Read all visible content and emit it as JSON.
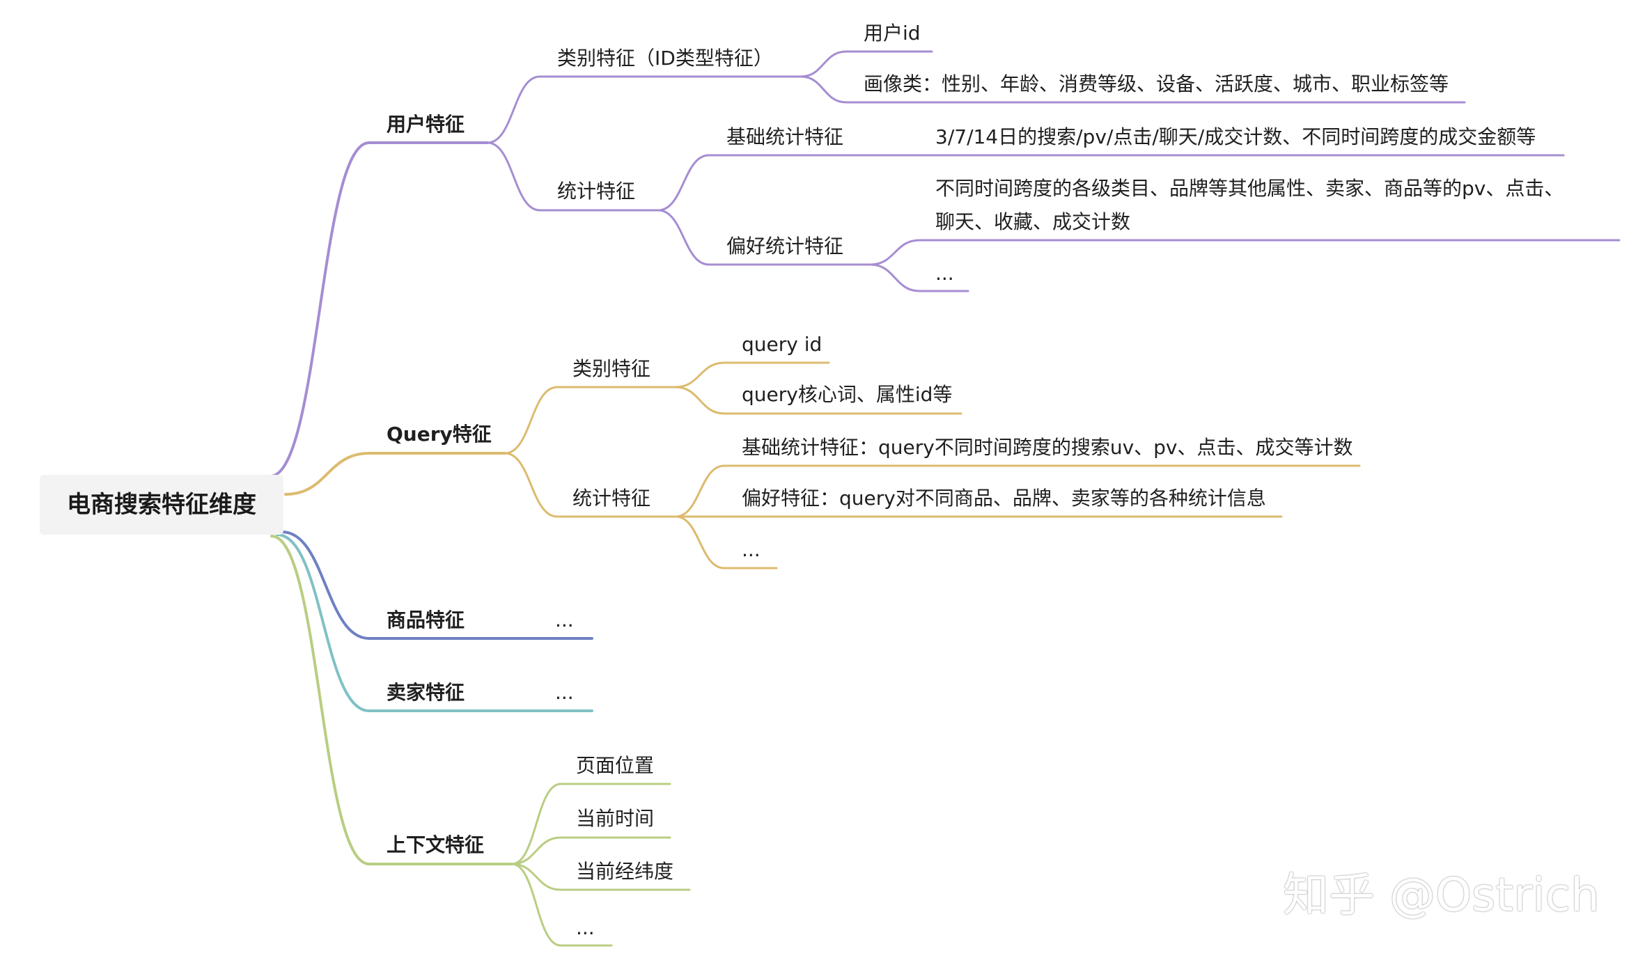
{
  "colors": {
    "user": "#a58dd2",
    "query": "#dcbb6e",
    "product": "#6e80c3",
    "seller": "#80c1c5",
    "context": "#b9cd82"
  },
  "mindmap": {
    "root": "电商搜索特征维度",
    "user": {
      "label": "用户特征",
      "category": {
        "label": "类别特征（ID类型特征）",
        "id": "用户id",
        "profile": "画像类：性别、年龄、消费等级、设备、活跃度、城市、职业标签等"
      },
      "stats": {
        "label": "统计特征",
        "basic": {
          "label": "基础统计特征",
          "detail": "3/7/14日的搜索/pv/点击/聊天/成交计数、不同时间跨度的成交金额等"
        },
        "preference": {
          "label": "偏好统计特征",
          "detail": "不同时间跨度的各级类目、品牌等其他属性、卖家、商品等的pv、点击、聊天、收藏、成交计数",
          "more": "..."
        }
      }
    },
    "query": {
      "label": "Query特征",
      "category": {
        "label": "类别特征",
        "id": "query id",
        "core": "query核心词、属性id等"
      },
      "stats": {
        "label": "统计特征",
        "basic": "基础统计特征：query不同时间跨度的搜索uv、pv、点击、成交等计数",
        "preference": "偏好特征：query对不同商品、品牌、卖家等的各种统计信息",
        "more": "..."
      }
    },
    "product": {
      "label": "商品特征",
      "more": "..."
    },
    "seller": {
      "label": "卖家特征",
      "more": "..."
    },
    "context": {
      "label": "上下文特征",
      "position": "页面位置",
      "time": "当前时间",
      "geo": "当前经纬度",
      "more": "..."
    }
  },
  "watermark": "知乎 @Ostrich"
}
